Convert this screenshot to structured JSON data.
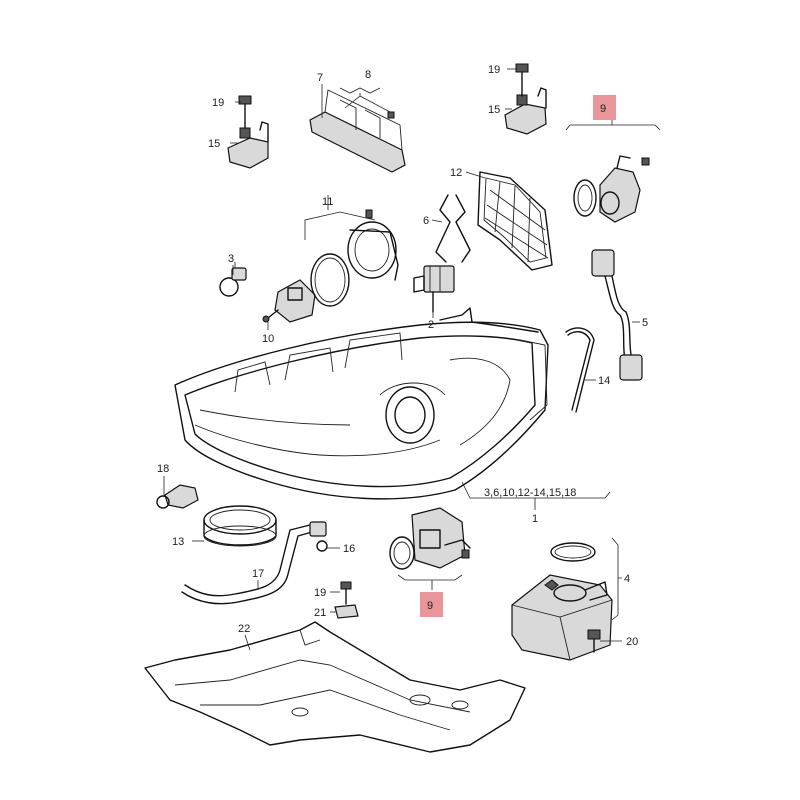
{
  "labels": {
    "p1": "1",
    "p2": "2",
    "p3": "3",
    "p4": "4",
    "p5": "5",
    "p6": "6",
    "p7": "7",
    "p8": "8",
    "p9a": "9",
    "p9b": "9",
    "p10": "10",
    "p11": "11",
    "p12": "12",
    "p13": "13",
    "p14": "14",
    "p15a": "15",
    "p15b": "15",
    "p16": "16",
    "p17": "17",
    "p18": "18",
    "p19a": "19",
    "p19b": "19",
    "p19c": "19",
    "p20": "20",
    "p21": "21",
    "p22": "22",
    "assembly": "3,6,10,12-14,15,18"
  },
  "colors": {
    "highlight": "#e8969a",
    "line": "#111111"
  }
}
